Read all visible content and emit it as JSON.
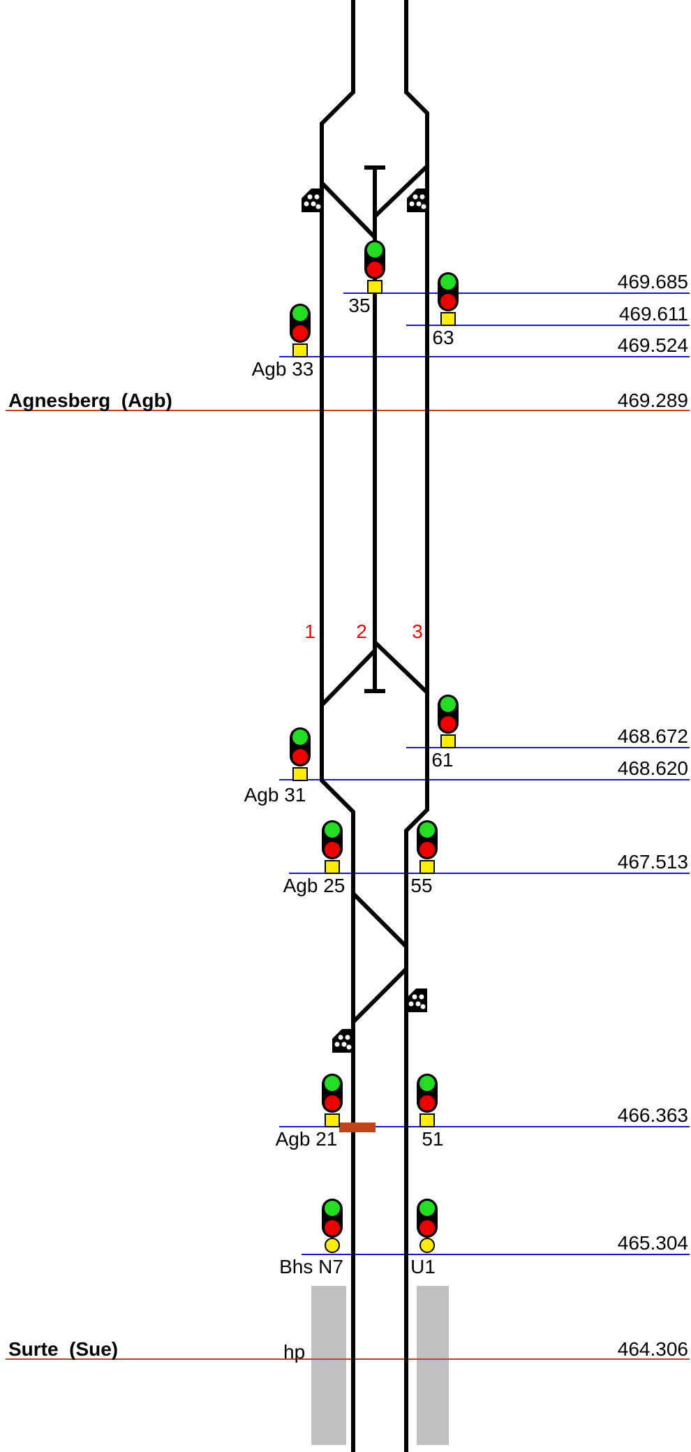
{
  "stations": [
    {
      "name": "Agnesberg  (Agb)",
      "km": "469.289"
    },
    {
      "name": "Surte  (Sue)",
      "km": "464.306"
    }
  ],
  "km_markers": [
    "469.685",
    "469.611",
    "469.524",
    "468.672",
    "468.620",
    "467.513",
    "466.363",
    "465.304"
  ],
  "track_labels": [
    "1",
    "2",
    "3"
  ],
  "signals": [
    "35",
    "63",
    "Agb 33",
    "Agb 31",
    "61",
    "Agb 25",
    "55",
    "Agb 21",
    "51",
    "Bhs N7",
    "U1"
  ],
  "platform_label": "hp",
  "colors": {
    "track": "#000000",
    "km_line": "#1a1acc",
    "station_line": "#c0441a",
    "signal_green": "#22dd22",
    "signal_red": "#ee0000",
    "signal_yellow": "#ffee00",
    "platform": "#c0c0c0",
    "track_label": "#ff0000",
    "level_crossing": "#c0441a"
  }
}
